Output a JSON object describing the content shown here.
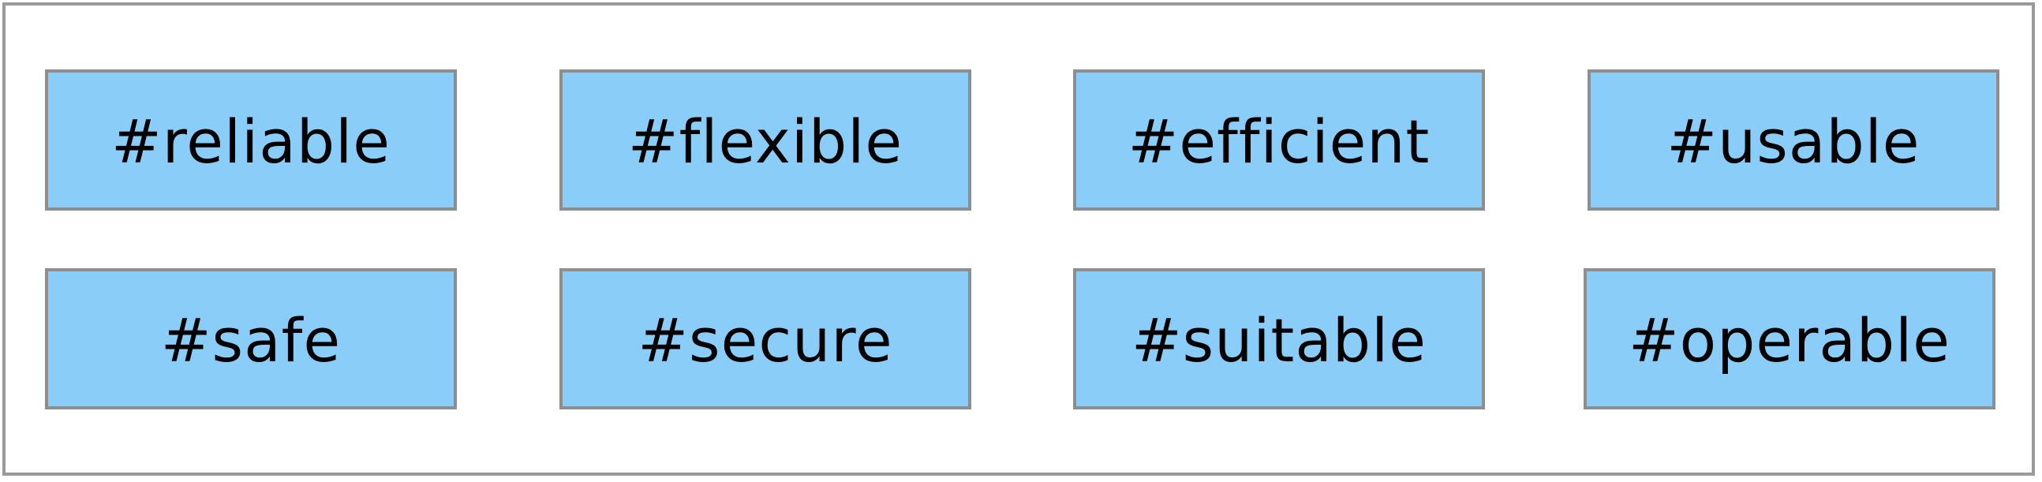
{
  "tags": [
    "#reliable",
    "#flexible",
    "#efficient",
    "#usable",
    "#safe",
    "#secure",
    "#suitable",
    "#operable"
  ],
  "colors": {
    "tag_fill": "#8acdf8",
    "tag_border": "#8e8e8e",
    "frame_border": "#9a9a9a",
    "text": "#000000"
  }
}
